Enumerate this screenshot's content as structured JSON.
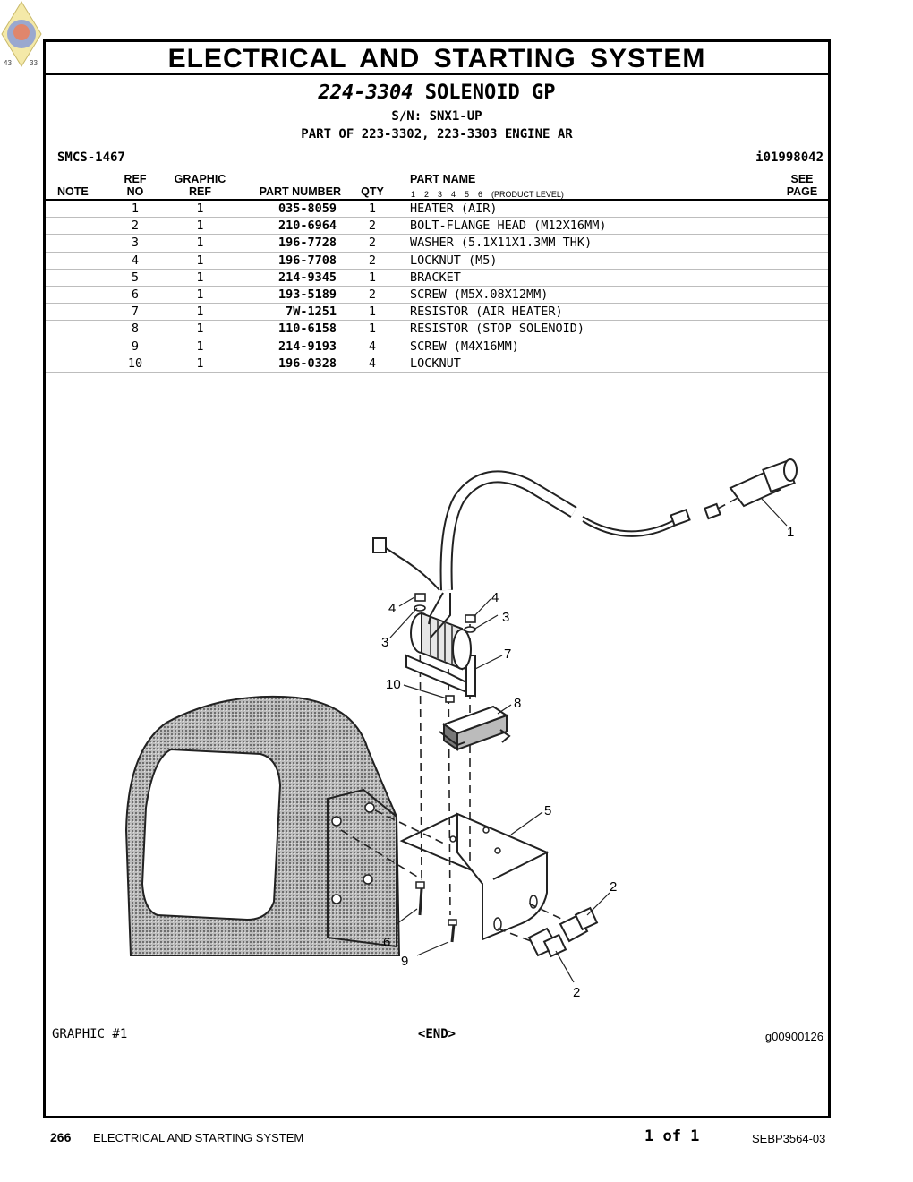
{
  "header": {
    "section_title": "ELECTRICAL AND STARTING SYSTEM",
    "group_number": "224-3304",
    "group_name": "SOLENOID GP",
    "serial": "S/N: SNX1-UP",
    "part_of": "PART OF 223-3302, 223-3303 ENGINE AR",
    "smcs": "SMCS-1467",
    "illustration_id": "i01998042"
  },
  "columns": {
    "note": "NOTE",
    "ref_top": "REF",
    "ref_bottom": "NO",
    "graphic_top": "GRAPHIC",
    "graphic_bottom": "REF",
    "part_number": "PART NUMBER",
    "qty": "QTY",
    "part_name": "PART NAME",
    "see_top": "SEE",
    "see_bottom": "PAGE",
    "product_levels": "1    2    3    4    5    6    (PRODUCT LEVEL)"
  },
  "parts": [
    {
      "ref": "1",
      "graphic": "1",
      "part_number": "035-8059",
      "qty": "1",
      "name": "HEATER (AIR)"
    },
    {
      "ref": "2",
      "graphic": "1",
      "part_number": "210-6964",
      "qty": "2",
      "name": "BOLT-FLANGE HEAD (M12X16MM)"
    },
    {
      "ref": "3",
      "graphic": "1",
      "part_number": "196-7728",
      "qty": "2",
      "name": "WASHER (5.1X11X1.3MM THK)"
    },
    {
      "ref": "4",
      "graphic": "1",
      "part_number": "196-7708",
      "qty": "2",
      "name": "LOCKNUT (M5)"
    },
    {
      "ref": "5",
      "graphic": "1",
      "part_number": "214-9345",
      "qty": "1",
      "name": "BRACKET"
    },
    {
      "ref": "6",
      "graphic": "1",
      "part_number": "193-5189",
      "qty": "2",
      "name": "SCREW (M5X.08X12MM)"
    },
    {
      "ref": "7",
      "graphic": "1",
      "part_number": "7W-1251",
      "qty": "1",
      "name": "RESISTOR (AIR HEATER)"
    },
    {
      "ref": "8",
      "graphic": "1",
      "part_number": "110-6158",
      "qty": "1",
      "name": "RESISTOR (STOP SOLENOID)"
    },
    {
      "ref": "9",
      "graphic": "1",
      "part_number": "214-9193",
      "qty": "4",
      "name": "SCREW (M4X16MM)"
    },
    {
      "ref": "10",
      "graphic": "1",
      "part_number": "196-0328",
      "qty": "4",
      "name": "LOCKNUT"
    }
  ],
  "illustration": {
    "callouts": [
      "1",
      "2",
      "2",
      "3",
      "3",
      "4",
      "4",
      "5",
      "6",
      "7",
      "8",
      "9",
      "10"
    ],
    "graphic_label": "GRAPHIC #1",
    "end_label": "<END>",
    "graphic_number": "g00900126"
  },
  "logo": {
    "left_number": "43",
    "right_number": "33"
  },
  "footer": {
    "page_number": "266",
    "section": "ELECTRICAL AND STARTING SYSTEM",
    "page_of": "1 of 1",
    "doc_number": "SEBP3564-03"
  }
}
